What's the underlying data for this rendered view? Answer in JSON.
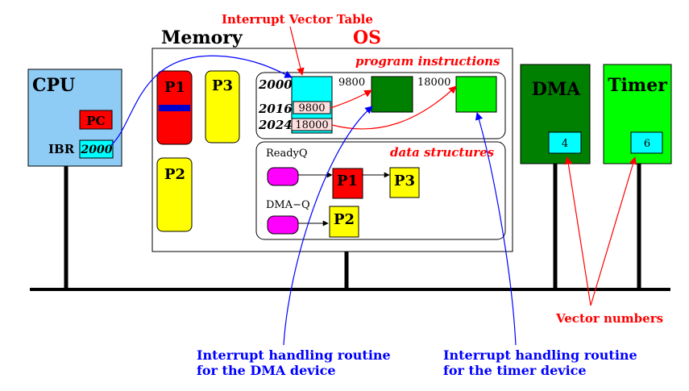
{
  "title_ivt": "Interrupt Vector Table",
  "memory": {
    "label": "Memory",
    "os_label": "OS"
  },
  "cpu": {
    "label": "CPU",
    "pc": "PC",
    "ibr_label": "IBR",
    "ibr_value": "2000"
  },
  "processes": {
    "p1": "P1",
    "p2": "P2",
    "p3": "P3"
  },
  "os": {
    "program_instructions": "program instructions",
    "data_structures": "data structures",
    "vector_rows": [
      {
        "addr": "2000",
        "value": ""
      },
      {
        "addr": "2016",
        "value": "9800"
      },
      {
        "addr": "2024",
        "value": "18000"
      }
    ],
    "routine_dma_addr": "9800",
    "routine_timer_addr": "18000",
    "readyq_label": "ReadyQ",
    "readyq_items": [
      "P1",
      "P3"
    ],
    "dmaq_label": "DMA−Q",
    "dmaq_items": [
      "P2"
    ]
  },
  "dma": {
    "label": "DMA",
    "vector": "4"
  },
  "timer": {
    "label": "Timer",
    "vector": "6"
  },
  "notes": {
    "vector_numbers": "Vector numbers",
    "dma_routine_line1": "Interrupt handling routine",
    "dma_routine_line2": "for the DMA device",
    "timer_routine_line1": "Interrupt handling routine",
    "timer_routine_line2": "for the timer device"
  },
  "colors": {
    "cpu_fill": "#8ecbf5",
    "pc_fill": "#ff0000",
    "ibr_fill": "#00ffff",
    "p1_fill": "#ff0000",
    "p1_bar": "#0000cc",
    "p3_fill": "#ffff00",
    "dma_fill": "#008000",
    "dma_routine": "#008000",
    "timer_fill": "#00ff00",
    "timer_routine": "#00ee00",
    "queue_head": "#ff00ff",
    "ivt_fill": "#00ffff",
    "vector_cell": "#ffdede",
    "red_text": "#ff0000",
    "blue_text": "#0000ff"
  }
}
